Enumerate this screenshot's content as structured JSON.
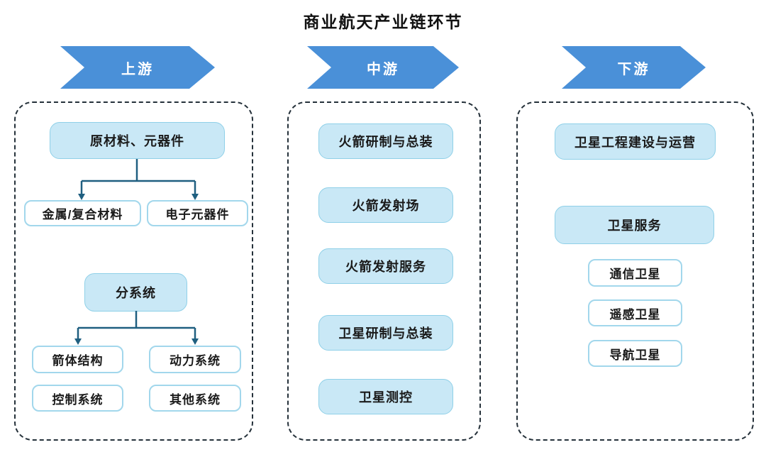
{
  "title": "商业航天产业链环节",
  "banners": {
    "upstream": "上游",
    "midstream": "中游",
    "downstream": "下游"
  },
  "upstream": {
    "materials": {
      "parent": "原材料、元器件",
      "children": [
        "金属/复合材料",
        "电子元器件"
      ]
    },
    "subsystems": {
      "parent": "分系统",
      "children": [
        "箭体结构",
        "动力系统",
        "控制系统",
        "其他系统"
      ]
    }
  },
  "midstream": {
    "items": [
      "火箭研制与总装",
      "火箭发射场",
      "火箭发射服务",
      "卫星研制与总装",
      "卫星测控"
    ]
  },
  "downstream": {
    "operation": "卫星工程建设与运营",
    "service": "卫星服务",
    "satellites": [
      "通信卫星",
      "遥感卫星",
      "导航卫星"
    ]
  },
  "colors": {
    "arrow_blue": "#4a90d8",
    "box_fill": "#c9e8f6",
    "box_border": "#8fd0e8",
    "white_box_border": "#a2d7ec",
    "connector": "#1f5f80",
    "dash_border": "#25313a"
  }
}
